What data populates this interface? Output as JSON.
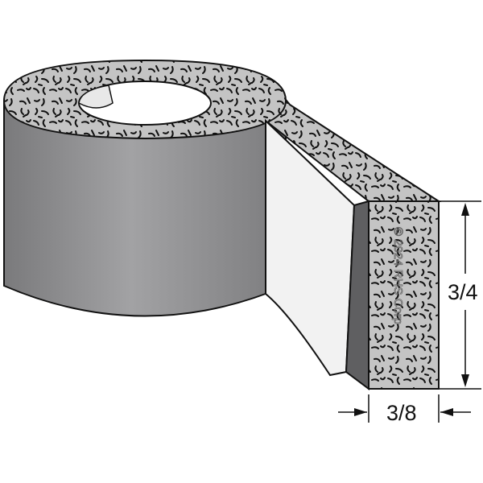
{
  "dimensions": {
    "height": "3/4",
    "width": "3/8"
  },
  "watermark": "© 2024 RHS Corp",
  "colors": {
    "foam": "#c4c4c4",
    "roll_side": "#8e8e90",
    "liner": "#f2f2f2",
    "outline": "#111111"
  }
}
